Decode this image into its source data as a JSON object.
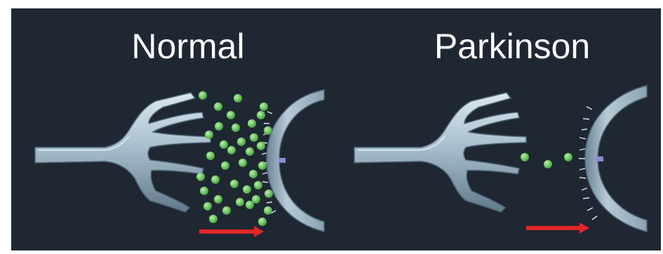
{
  "panels": [
    {
      "title": "Normal",
      "vesicle_count": 38
    },
    {
      "title": "Parkinson",
      "vesicle_count": 3
    }
  ],
  "colors": {
    "background": "#1f2733",
    "border": "#ffffff",
    "neuron_fill": "#a9bfcd",
    "neuron_light": "#dce8ef",
    "neuron_dark": "#5b7586",
    "vesicle": "#56c14a",
    "vesicle_highlight": "#b8f0a6",
    "arrow": "#e02626",
    "receptor": "#8f8ad0"
  },
  "icons": {
    "presynaptic": "presynaptic-terminal-icon",
    "postsynaptic": "postsynaptic-membrane-icon",
    "direction": "arrow-right-icon"
  }
}
